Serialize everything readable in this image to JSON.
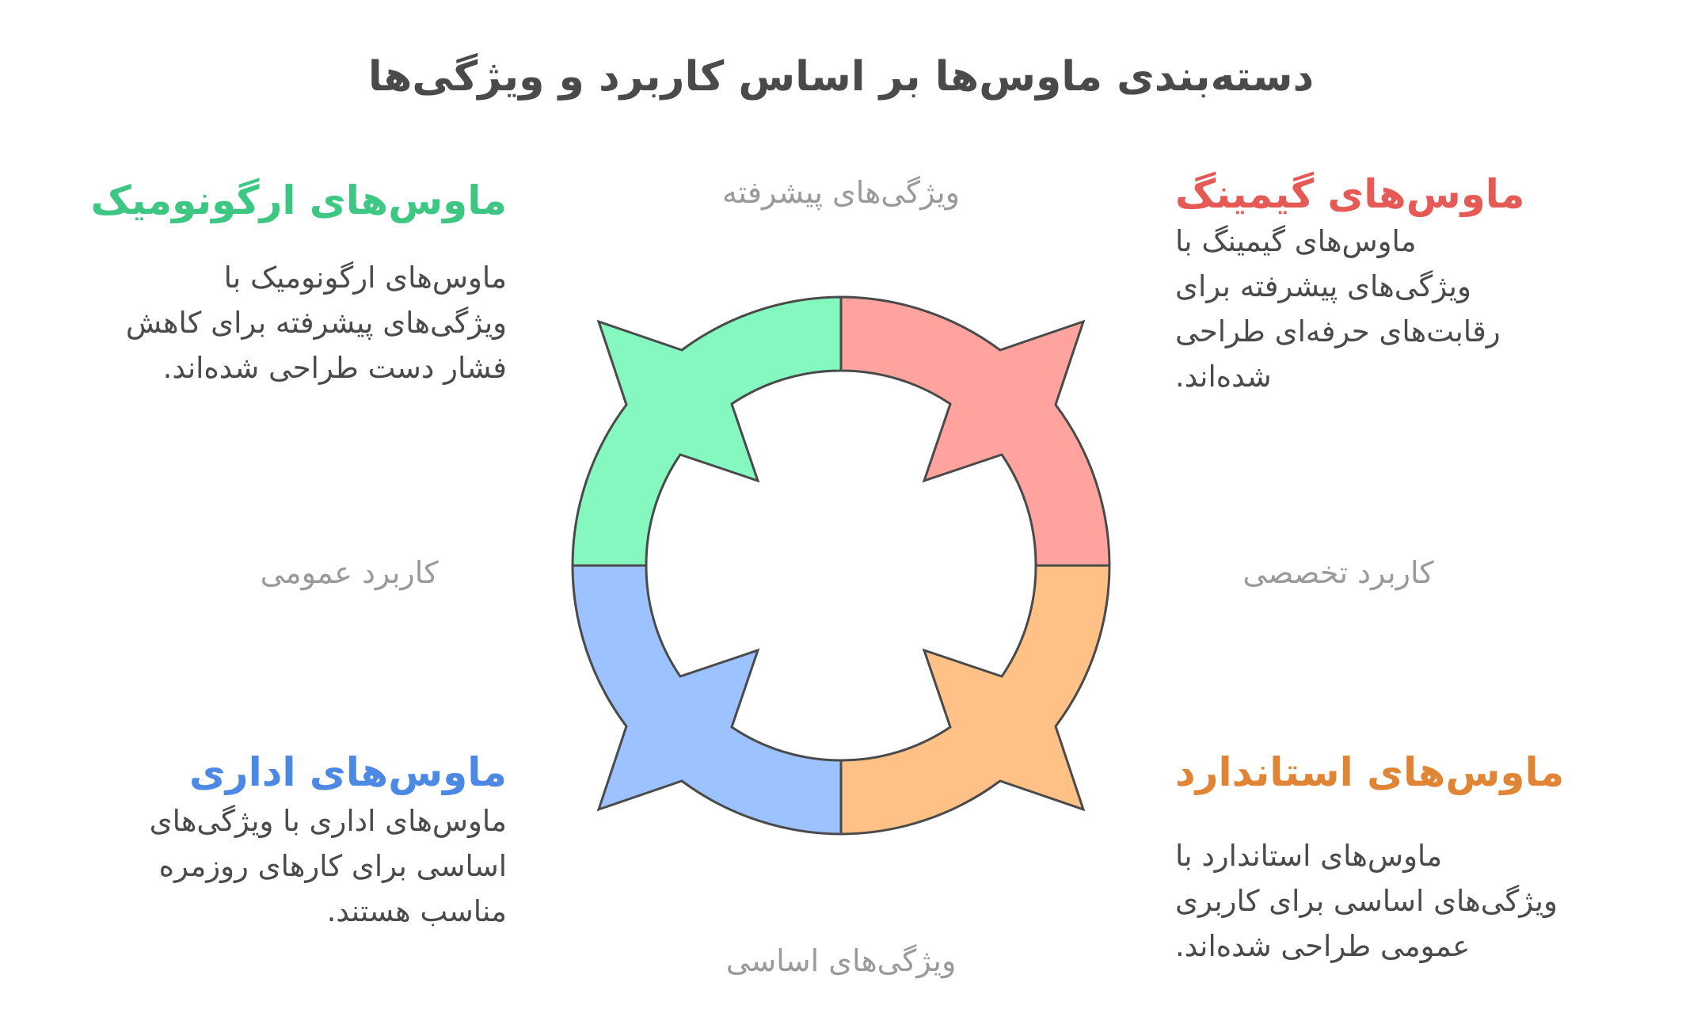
{
  "title": "دسته‌بندی ماوس‌ها بر اساس کاربرد و ویژگی‌ها",
  "axes": {
    "top": "ویژگی‌های پیشرفته",
    "bottom": "ویژگی‌های اساسی",
    "left": "کاربرد عمومی",
    "right": "کاربرد تخصصی"
  },
  "quadrants": [
    {
      "id": "gaming",
      "position": "top-right",
      "heading": "ماوس‌های گیمینگ",
      "color": "#E55A55",
      "fill": "#FFA39F",
      "lines": [
        "ماوس‌های گیمینگ با",
        "ویژگی‌های پیشرفته برای",
        "رقابت‌های حرفه‌ای طراحی",
        "شده‌اند."
      ]
    },
    {
      "id": "ergonomic",
      "position": "top-left",
      "heading": "ماوس‌های ارگونومیک",
      "color": "#3DC783",
      "fill": "#85F8C0",
      "lines": [
        "ماوس‌های ارگونومیک با",
        "ویژگی‌های پیشرفته برای کاهش",
        "فشار دست طراحی شده‌اند."
      ]
    },
    {
      "id": "office",
      "position": "bottom-left",
      "heading": "ماوس‌های اداری",
      "color": "#4B89E4",
      "fill": "#9CC2FF",
      "lines": [
        "ماوس‌های اداری با ویژگی‌های",
        "اساسی برای کارهای روزمره",
        "مناسب هستند."
      ]
    },
    {
      "id": "standard",
      "position": "bottom-right",
      "heading": "ماوس‌های استاندارد",
      "color": "#E08535",
      "fill": "#FFC186",
      "lines": [
        "ماوس‌های استاندارد با",
        "ویژگی‌های اساسی برای کاربری",
        "عمومی طراحی شده‌اند."
      ]
    }
  ],
  "colors": {
    "title": "#4A4A4A",
    "body": "#4A4A4A",
    "axis": "#9A9A9A",
    "stroke": "#4A4A4A"
  }
}
